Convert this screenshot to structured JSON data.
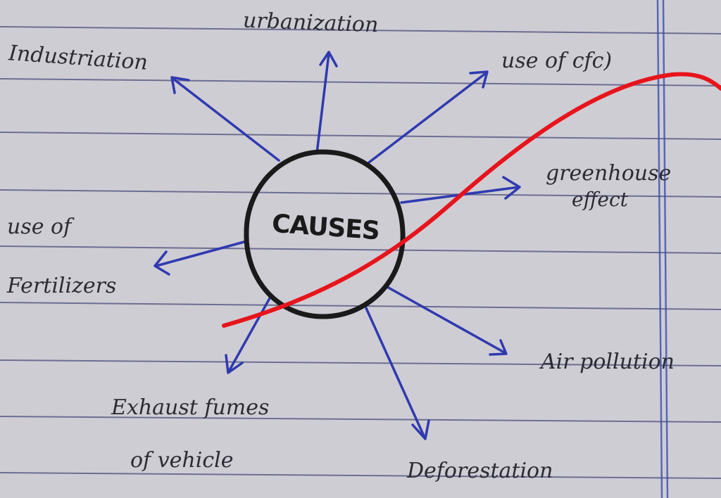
{
  "center": {
    "label": "CAUSES"
  },
  "causes": [
    {
      "id": "urbanization",
      "text": "urbanization"
    },
    {
      "id": "industrialization",
      "text": "Industriation"
    },
    {
      "id": "use-of-cfcs",
      "text": "use of cfc)"
    },
    {
      "id": "greenhouse",
      "text": "greenhouse",
      "text2": "effect"
    },
    {
      "id": "fertilizers",
      "text": "use of",
      "text2": "Fertilizers"
    },
    {
      "id": "air-pollution",
      "text": "Air pollution"
    },
    {
      "id": "exhaust",
      "text": "Exhaust fumes",
      "text2": "of vehicle"
    },
    {
      "id": "deforestation",
      "text": "Deforestation"
    }
  ],
  "colors": {
    "paper": "#cfcdd4",
    "rule_line": "#4b4f7a",
    "margin_line": "#3a4fb0",
    "arrow": "#2f3ab0",
    "circle": "#1a1a1a",
    "strike": "#e8141b",
    "ink": "#2b2b33"
  }
}
